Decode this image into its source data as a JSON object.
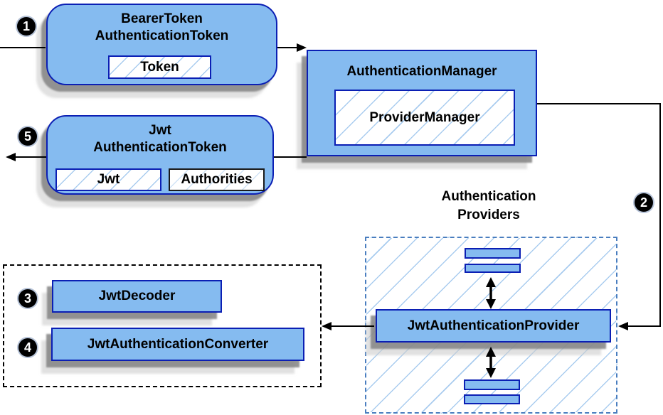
{
  "nodes": {
    "bearer_token": {
      "title_line1": "BearerToken",
      "title_line2": "AuthenticationToken",
      "token_chip": "Token"
    },
    "authentication_manager": {
      "title": "AuthenticationManager",
      "provider_manager_chip": "ProviderManager"
    },
    "jwt_authentication_token": {
      "title_line1": "Jwt",
      "title_line2": "AuthenticationToken",
      "jwt_chip": "Jwt",
      "authorities_chip": "Authorities"
    },
    "authentication_providers": {
      "label_line1": "Authentication",
      "label_line2": "Providers"
    },
    "jwt_authentication_provider": {
      "title": "JwtAuthenticationProvider"
    },
    "jwt_decoder": {
      "title": "JwtDecoder"
    },
    "jwt_authentication_converter": {
      "title": "JwtAuthenticationConverter"
    }
  },
  "badges": {
    "step1": "1",
    "step2": "2",
    "step3": "3",
    "step4": "4",
    "step5": "5"
  },
  "colors": {
    "node_fill": "#85BBF0",
    "node_border": "#0B1FB4",
    "hatch_line": "#A9CCEF",
    "providers_dash_border": "#4A7EBF",
    "decoder_dash_border": "#000000",
    "arrow": "#000000",
    "badge_background": "#000000",
    "badge_text": "#FFFFFF",
    "shadow": "#8C8C8C"
  }
}
